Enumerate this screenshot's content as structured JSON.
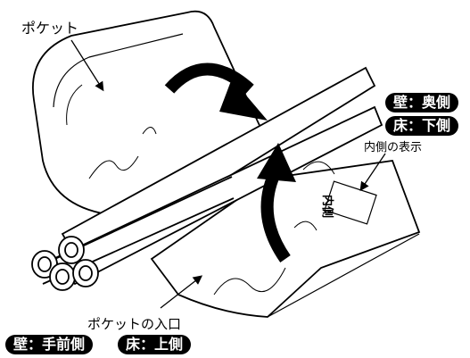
{
  "labels": {
    "pocket": "ポケット",
    "pocket_entrance": "ポケットの入口",
    "inner_side_marking": "内側の表示",
    "inner_tag_text": "内側"
  },
  "badges": {
    "wall_back": "壁：奥側",
    "floor_bottom": "床：下側",
    "wall_front": "壁：手前側",
    "floor_top": "床：上側"
  }
}
